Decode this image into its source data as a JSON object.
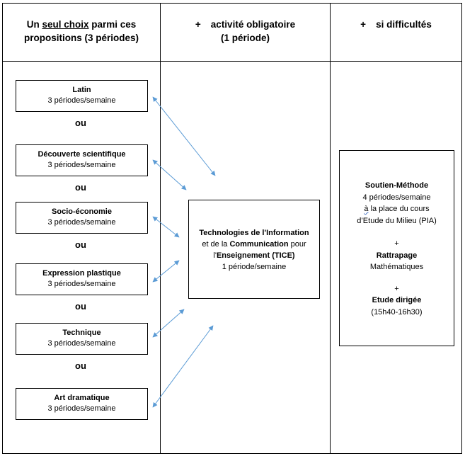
{
  "header": {
    "col1_pre": "Un ",
    "col1_underlined": "seul choix",
    "col1_post": " parmi ces",
    "col1_line2": "propositions (3 périodes)",
    "col2_plus": "+",
    "col2_line1": "activité obligatoire",
    "col2_line2": "(1 période)",
    "col3_plus": "+",
    "col3_line1": "si difficultés"
  },
  "options": [
    {
      "title": "Latin",
      "detail": "3 périodes/semaine"
    },
    {
      "title": "Découverte scientifique",
      "detail": "3 périodes/semaine"
    },
    {
      "title": "Socio-économie",
      "detail": "3 périodes/semaine"
    },
    {
      "title": "Expression plastique",
      "detail": "3 périodes/semaine"
    },
    {
      "title": "Technique",
      "detail": "3 périodes/semaine"
    },
    {
      "title": "Art dramatique",
      "detail": "3 périodes/semaine"
    }
  ],
  "separator": "ou",
  "tice": {
    "l1_bold": "Technologies de l'Information",
    "l2_pre": "et de la ",
    "l2_bold": "Communication",
    "l2_post": " pour",
    "l3_pre": "l'",
    "l3_bold": "Enseignement",
    "l3_post": " (TICE)",
    "l4": "1 période/semaine"
  },
  "support": {
    "title": "Soutien-Méthode",
    "l2": "4 périodes/semaine",
    "l3_squig": "à",
    "l3_rest": " la place du cours",
    "l4": "d’Etude du Milieu (PIA)",
    "plus1": "+",
    "rattrapage": "Rattrapage",
    "maths": "Mathématiques",
    "plus2": "+",
    "etude": "Etude dirigée",
    "hours": "(15h40-16h30)"
  },
  "colors": {
    "border": "#000000",
    "arrow": "#5b9bd5"
  }
}
